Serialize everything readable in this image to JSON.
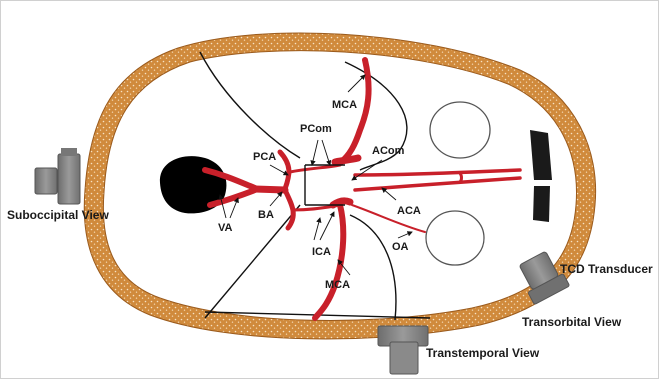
{
  "labels": {
    "mca_top": "MCA",
    "pcom": "PCom",
    "pca": "PCA",
    "acom": "ACom",
    "ba": "BA",
    "aca": "ACA",
    "va": "VA",
    "ica": "ICA",
    "oa": "OA",
    "mca_bottom": "MCA"
  },
  "views": {
    "suboccipital": "Suboccipital View",
    "transorbital": "Transorbital View",
    "transtemporal": "Transtemporal View",
    "tcd_transducer": "TCD Transducer"
  },
  "colors": {
    "skull": "#d08a3c",
    "skull_dots": "#f6e2c4",
    "artery": "#c8202a",
    "transducer": "#858585"
  }
}
